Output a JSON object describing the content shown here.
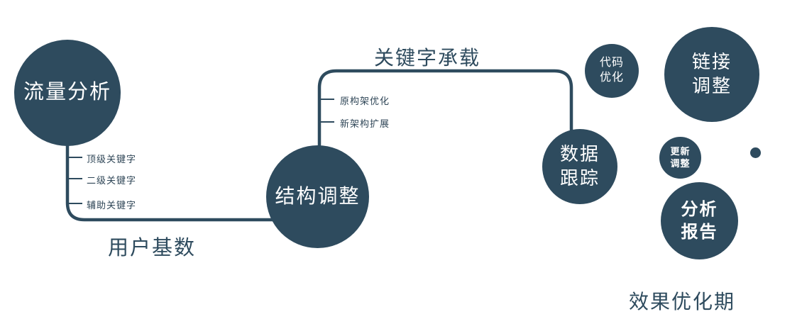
{
  "diagram": {
    "accent_color": "#2e4b5e",
    "background_color": "#ffffff",
    "nodes": {
      "traffic": {
        "label": "流量分析"
      },
      "structure": {
        "label": "结构调整"
      },
      "tracking": {
        "line1": "数据",
        "line2": "跟踪"
      },
      "code": {
        "line1": "代码",
        "line2": "优化"
      },
      "link": {
        "line1": "链接",
        "line2": "调整"
      },
      "update": {
        "line1": "更新",
        "line2": "调整"
      },
      "report": {
        "line1": "分析",
        "line2": "报告"
      }
    },
    "branches": {
      "traffic": [
        "顶级关键字",
        "二级关键字",
        "辅助关键字"
      ],
      "structure": [
        "原构架优化",
        "新架构扩展"
      ]
    },
    "edges": {
      "user_base": "用户基数",
      "keyword_bearing": "关键字承载"
    },
    "footer": "效果优化期"
  }
}
